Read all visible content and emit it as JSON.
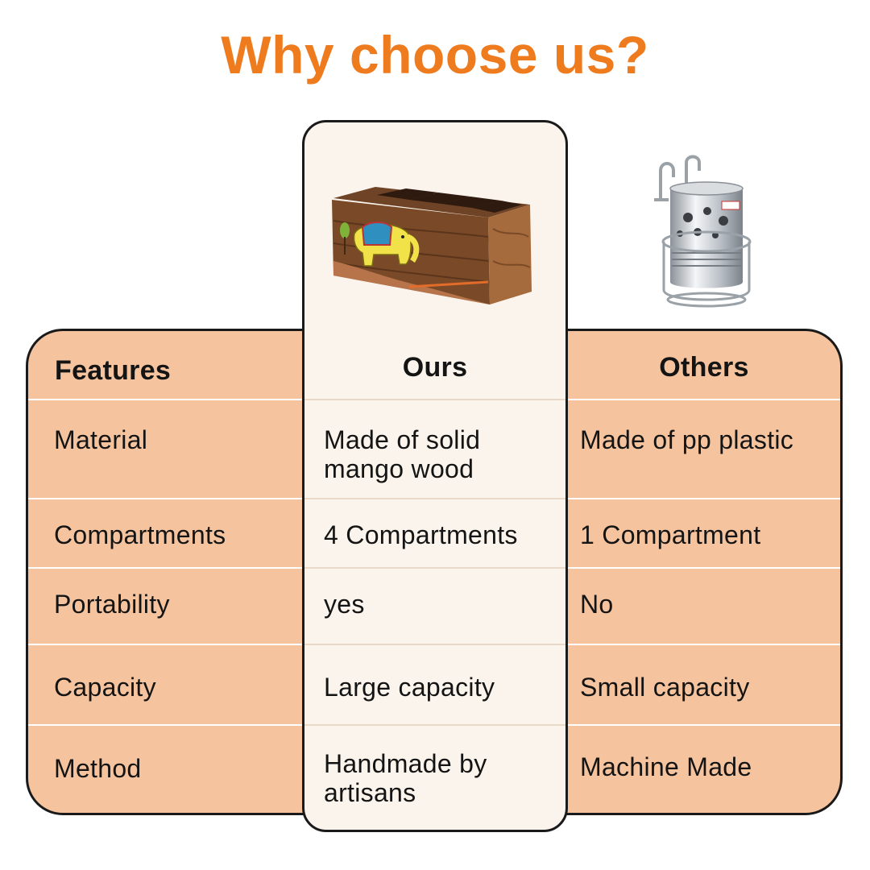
{
  "title": "Why choose us?",
  "headers": {
    "features": "Features",
    "ours": "Ours",
    "others": "Others"
  },
  "rows": [
    {
      "feature": "Material",
      "ours": [
        "Made of solid",
        "mango wood"
      ],
      "others": "Made of pp plastic"
    },
    {
      "feature": "Compartments",
      "ours": [
        "4 Compartments"
      ],
      "others": "1 Compartment"
    },
    {
      "feature": "Portability",
      "ours": [
        "yes"
      ],
      "others": "No"
    },
    {
      "feature": "Capacity",
      "ours": [
        "Large capacity"
      ],
      "others": "Small capacity"
    },
    {
      "feature": "Method",
      "ours": [
        "Handmade by",
        "artisans"
      ],
      "others": "Machine Made"
    }
  ],
  "colors": {
    "accent": "#ef7b1f",
    "side_fill": "#f5c49f",
    "ours_fill": "#fbf4ec"
  },
  "images": {
    "ours": "wooden-cutlery-holder-elephant-image",
    "others": "steel-cutlery-holder-image"
  }
}
